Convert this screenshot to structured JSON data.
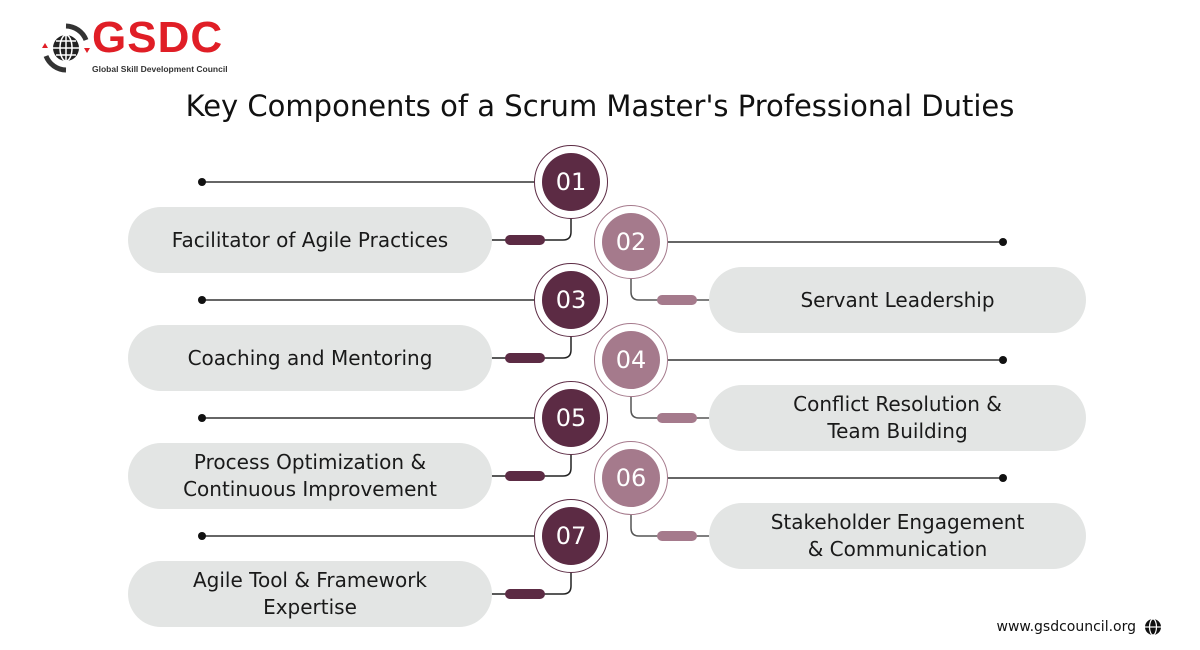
{
  "logo": {
    "name": "GSDC",
    "subtitle": "Global Skill Development Council"
  },
  "title": "Key Components of a Scrum Master's Professional Duties",
  "colors": {
    "dark": "#5c2b44",
    "light": "#a57a8c",
    "pill": "#e3e5e4",
    "brand_red": "#e01e26"
  },
  "items": [
    {
      "number": "01",
      "label": "Facilitator of Agile Practices"
    },
    {
      "number": "02",
      "label": "Servant Leadership"
    },
    {
      "number": "03",
      "label": "Coaching and Mentoring"
    },
    {
      "number": "04",
      "label": "Conflict Resolution &\nTeam Building"
    },
    {
      "number": "05",
      "label": "Process Optimization &\nContinuous Improvement"
    },
    {
      "number": "06",
      "label": "Stakeholder Engagement\n& Communication"
    },
    {
      "number": "07",
      "label": "Agile Tool & Framework\nExpertise"
    }
  ],
  "footer": {
    "website": "www.gsdcouncil.org"
  }
}
